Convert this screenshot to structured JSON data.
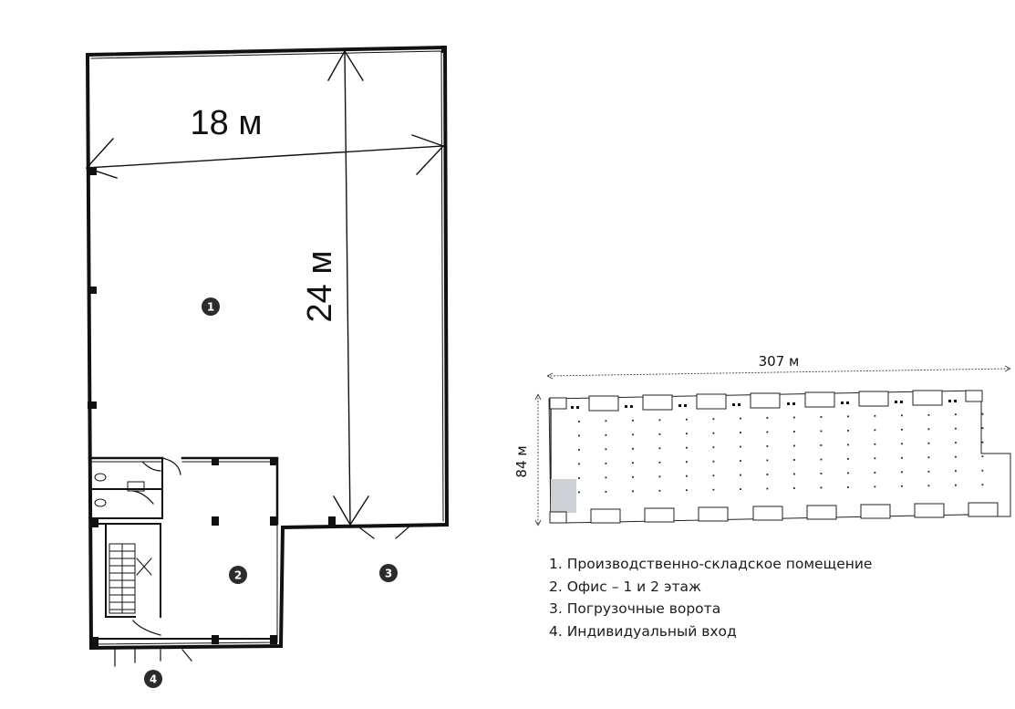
{
  "floor_plan": {
    "width_dimension": "18 м",
    "length_dimension": "24 м",
    "markers": [
      "1",
      "2",
      "3",
      "4"
    ]
  },
  "site_plan": {
    "length_dimension": "307 м",
    "width_dimension": "84 м"
  },
  "legend": [
    "1. Производственно-складское помещение",
    "2. Офис – 1 и 2 этаж",
    "3. Погрузочные ворота",
    "4. Индивидуальный вход"
  ],
  "colors": {
    "ink": "#111111",
    "marker_fill": "#2b2b2b",
    "highlight": "#cdd0d4"
  }
}
